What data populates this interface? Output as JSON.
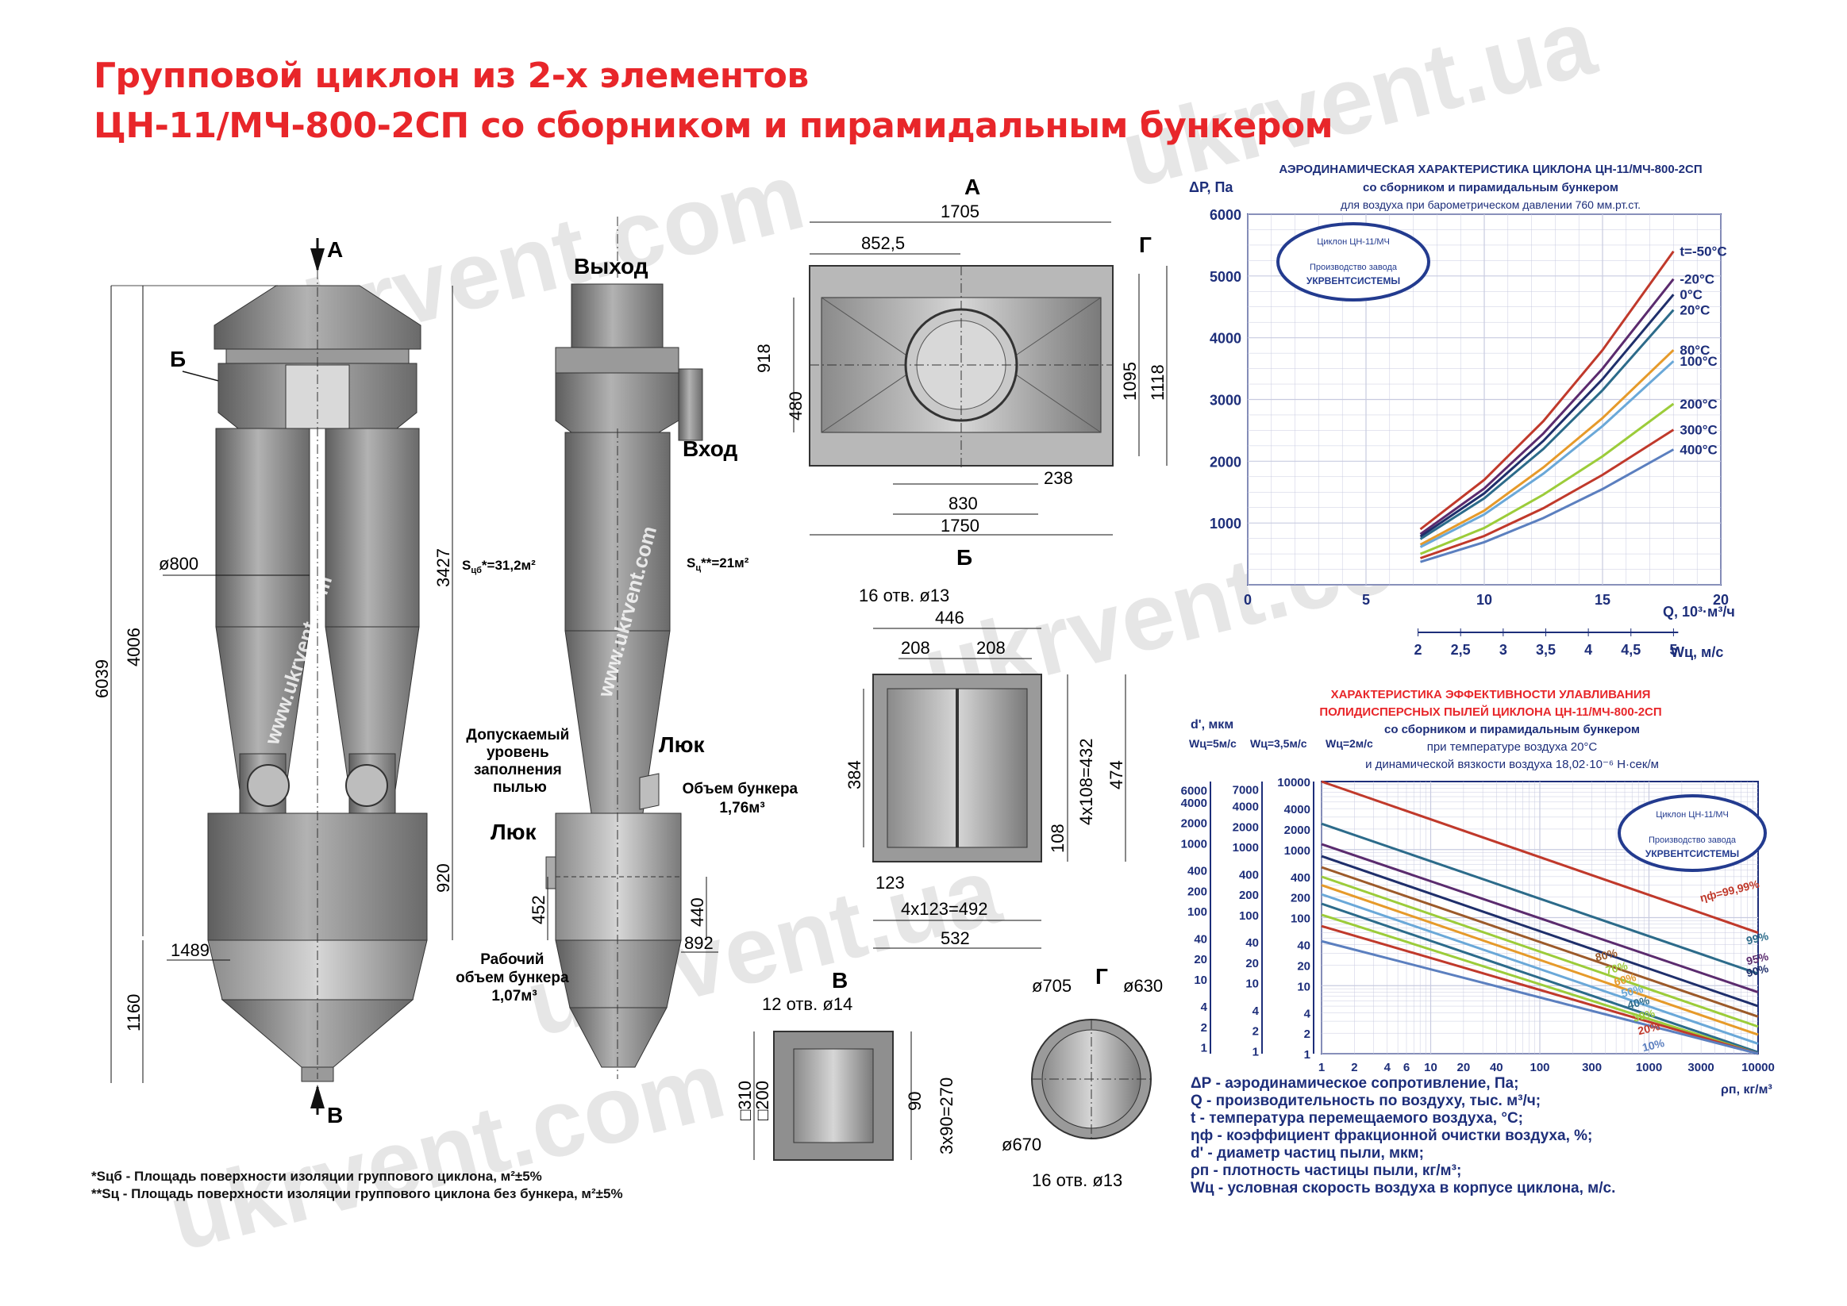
{
  "title": {
    "line1": "Групповой циклон из 2-х элементов",
    "line2": "ЦН-11/МЧ-800-2СП со сборником и пирамидальным бункером"
  },
  "watermark": "ukrvent.com",
  "watermark_alt": "ukrvent.ua",
  "vertical_watermark": "www.ukrvent.com",
  "colors": {
    "title": "#e8262a",
    "body": "#8a8a8a",
    "body_dark": "#5a5a5a",
    "chart_axis": "#1d2e7a",
    "logo": "#233b8f"
  },
  "front_view": {
    "label_a": "А",
    "label_b": "Б",
    "label_v": "В",
    "dim_diam": "ø800",
    "dim_6039": "6039",
    "dim_4006": "4006",
    "dim_3427": "3427",
    "dim_920": "920",
    "dim_1489": "1489",
    "dim_1160": "1160",
    "area_label": "S",
    "area_sub": "цб",
    "area_value": "*=31,2м²"
  },
  "side_view": {
    "outlet": "Выход",
    "inlet": "Вход",
    "area_label": "S",
    "area_sub": "ц",
    "area_value": "**=21м²",
    "permissible": [
      "Допускаемый",
      "уровень",
      "заполнения",
      "пылью"
    ],
    "hatch1": "Люк",
    "hatch2": "Люк",
    "volume": [
      "Объем бункера",
      "1,76м³"
    ],
    "working": [
      "Рабочий",
      "объем бункера",
      "1,07м³"
    ],
    "dim_452": "452",
    "dim_440": "440",
    "dim_892": "892"
  },
  "view_a": {
    "label": "А",
    "label_g": "Г",
    "dim_1705": "1705",
    "dim_8525": "852,5",
    "dim_918": "918",
    "dim_480": "480",
    "dim_1095": "1095",
    "dim_1118": "1118",
    "dim_830": "830",
    "dim_238": "238",
    "dim_1750": "1750"
  },
  "view_b": {
    "label": "Б",
    "holes": "16 отв. ø13",
    "dim_446": "446",
    "dim_208a": "208",
    "dim_208b": "208",
    "dim_384": "384",
    "dim_4x108": "4x108=432",
    "dim_474": "474",
    "dim_108": "108",
    "dim_123": "123",
    "dim_4x123": "4x123=492",
    "dim_532": "532"
  },
  "view_v": {
    "label": "В",
    "holes": "12 отв. ø14",
    "dim_310": "□310",
    "dim_200": "□200",
    "dim_90": "90",
    "dim_3x90": "3x90=270"
  },
  "view_g": {
    "label": "Г",
    "dim_705": "ø705",
    "dim_630": "ø630",
    "dim_670": "ø670",
    "holes": "16 отв. ø13"
  },
  "footnotes": [
    "*Sцб - Площадь поверхности изоляции группового циклона, м²±5%",
    "**Sц - Площадь поверхности изоляции группового циклона без бункера, м²±5%"
  ],
  "logo": {
    "top": "Циклон ЦН-11/МЧ",
    "mid": "Производство завода",
    "bottom": "УКРВЕНТСИСТЕМЫ"
  },
  "chart_data": [
    {
      "type": "line",
      "title": "АЭРОДИНАМИЧЕСКАЯ ХАРАКТЕРИСТИКА ЦИКЛОНА ЦН-11/МЧ-800-2СП",
      "subtitle": "со сборником и пирамидальным бункером",
      "subtitle2": "для воздуха при барометрическом давлении 760 мм.рт.ст.",
      "ylabel": "ΔР, Па",
      "xlabel": "Q, 10³·м³/ч",
      "xlabel2": "Wц, м/с",
      "ylim": [
        0,
        6000
      ],
      "xlim": [
        0,
        20
      ],
      "yticks": [
        "6000",
        "5000",
        "4000",
        "3000",
        "2000",
        "1000"
      ],
      "xticks": [
        "0",
        "5",
        "10",
        "15",
        "20"
      ],
      "x2ticks": [
        "2",
        "2,5",
        "3",
        "3,5",
        "4",
        "4,5",
        "5"
      ],
      "grid": true,
      "series": [
        {
          "name": "t=-50°С",
          "color": "#c0392b",
          "x": [
            7.3,
            10,
            12.5,
            15,
            18
          ],
          "y": [
            900,
            1700,
            2650,
            3800,
            5400
          ]
        },
        {
          "name": "-20°С",
          "color": "#5b2b6e",
          "x": [
            7.3,
            10,
            12.5,
            15,
            18
          ],
          "y": [
            820,
            1560,
            2450,
            3500,
            4950
          ]
        },
        {
          "name": "0°С",
          "color": "#1f2f6b",
          "x": [
            7.3,
            10,
            12.5,
            15,
            18
          ],
          "y": [
            780,
            1480,
            2330,
            3330,
            4700
          ]
        },
        {
          "name": "20°С",
          "color": "#2c6b8a",
          "x": [
            7.3,
            10,
            12.5,
            15,
            18
          ],
          "y": [
            740,
            1400,
            2200,
            3150,
            4450
          ]
        },
        {
          "name": "80°С",
          "color": "#e69a2a",
          "x": [
            7.3,
            10,
            12.5,
            15,
            18
          ],
          "y": [
            650,
            1200,
            1900,
            2700,
            3800
          ]
        },
        {
          "name": "100°С",
          "color": "#6aa8d8",
          "x": [
            7.3,
            10,
            12.5,
            15,
            18
          ],
          "y": [
            610,
            1140,
            1800,
            2570,
            3620
          ]
        },
        {
          "name": "200°С",
          "color": "#9ccc3a",
          "x": [
            7.3,
            10,
            12.5,
            15,
            18
          ],
          "y": [
            500,
            920,
            1460,
            2080,
            2930
          ]
        },
        {
          "name": "300°С",
          "color": "#c0392b",
          "x": [
            7.3,
            10,
            12.5,
            15,
            18
          ],
          "y": [
            430,
            790,
            1240,
            1780,
            2510
          ]
        },
        {
          "name": "400°С",
          "color": "#5b7fbf",
          "x": [
            7.3,
            10,
            12.5,
            15,
            18
          ],
          "y": [
            370,
            690,
            1080,
            1550,
            2190
          ]
        }
      ]
    },
    {
      "type": "line",
      "title": "ХАРАКТЕРИСТИКА ЭФФЕКТИВНОСТИ УЛАВЛИВАНИЯ",
      "subtitle": "ПОЛИДИСПЕРСНЫХ ПЫЛЕЙ ЦИКЛОНА ЦН-11/МЧ-800-2СП",
      "subtitle2": "со сборником и пирамидальным бункером",
      "subtitle3": "при температуре воздуха 20°С",
      "subtitle4": "и динамической вязкости воздуха  18,02·10⁻⁶ Н·сек/м",
      "yaxis_title": "d', мкм",
      "ylabels": [
        "Wц=5м/с",
        "Wц=3,5м/с",
        "Wц=2м/с"
      ],
      "xlabel": "ρп, кг/м³",
      "log_scale": true,
      "yticks1": [
        "6000",
        "4000",
        "2000",
        "1000",
        "400",
        "200",
        "100",
        "40",
        "20",
        "10",
        "4",
        "2",
        "1"
      ],
      "yticks2": [
        "7000",
        "4000",
        "2000",
        "1000",
        "400",
        "200",
        "100",
        "40",
        "20",
        "10",
        "4",
        "2",
        "1"
      ],
      "yticks3": [
        "10000",
        "4000",
        "2000",
        "1000",
        "400",
        "200",
        "100",
        "40",
        "20",
        "10",
        "4",
        "2",
        "1"
      ],
      "xticks": [
        "1",
        "2",
        "4",
        "6",
        "10",
        "20",
        "40",
        "100",
        "300",
        "1000",
        "3000",
        "10000"
      ],
      "series": [
        {
          "name": "ηф=99,99%",
          "color": "#c0392b",
          "x": [
            1,
            10000
          ],
          "y": [
            10000,
            60
          ]
        },
        {
          "name": "99%",
          "color": "#2c6b8a",
          "x": [
            1,
            10000
          ],
          "y": [
            2400,
            15
          ]
        },
        {
          "name": "95%",
          "color": "#5b2b6e",
          "x": [
            1,
            10000
          ],
          "y": [
            1200,
            8
          ]
        },
        {
          "name": "90%",
          "color": "#1f2f6b",
          "x": [
            1,
            10000
          ],
          "y": [
            800,
            5
          ]
        },
        {
          "name": "80%",
          "color": "#9c5a2a",
          "x": [
            1,
            10000
          ],
          "y": [
            550,
            3.5
          ]
        },
        {
          "name": "70%",
          "color": "#9ccc3a",
          "x": [
            1,
            10000
          ],
          "y": [
            400,
            2.5
          ]
        },
        {
          "name": "60%",
          "color": "#e69a2a",
          "x": [
            1,
            10000
          ],
          "y": [
            300,
            1.9
          ]
        },
        {
          "name": "50%",
          "color": "#6aa8d8",
          "x": [
            1,
            10000
          ],
          "y": [
            220,
            1.4
          ]
        },
        {
          "name": "40%",
          "color": "#2c6b8a",
          "x": [
            1,
            10000
          ],
          "y": [
            160,
            1.05
          ]
        },
        {
          "name": "30%",
          "color": "#9ccc3a",
          "x": [
            1,
            10000
          ],
          "y": [
            110,
            0.75
          ]
        },
        {
          "name": "20%",
          "color": "#c0392b",
          "x": [
            1,
            10000
          ],
          "y": [
            75,
            0.5
          ]
        },
        {
          "name": "10%",
          "color": "#5b7fbf",
          "x": [
            1,
            10000
          ],
          "y": [
            45,
            0.3
          ]
        }
      ]
    }
  ],
  "legend": [
    "ΔР - аэродинамическое сопротивление, Па;",
    "Q - производительность по воздуху, тыс. м³/ч;",
    "t - температура перемещаемого воздуха, °С;",
    "ηф - коэффициент фракционной очистки воздуха, %;",
    "d' - диаметр частиц пыли, мкм;",
    "ρп - плотность частицы пыли, кг/м³;",
    "Wц - условная скорость воздуха в корпусе циклона, м/с."
  ]
}
